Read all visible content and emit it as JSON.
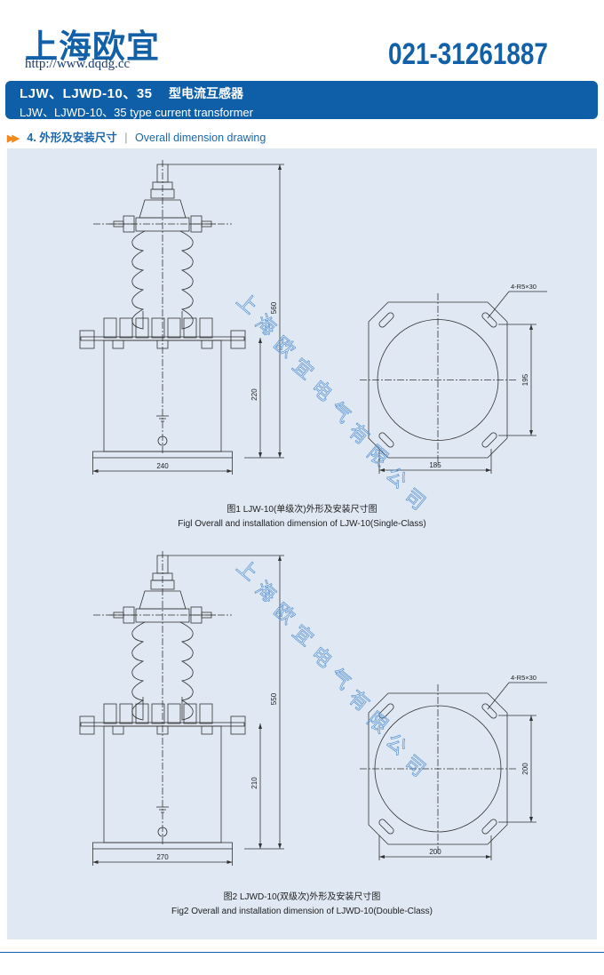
{
  "header": {
    "logo": "上海欧宜",
    "url": "http://www.dqdg.cc",
    "phone": "021-31261887"
  },
  "title_bar": {
    "model": "LJW、LJWD-10、35",
    "cn_title": "型电流互感器",
    "en_title": "LJW、LJWD-10、35  type current transformer"
  },
  "section": {
    "number_cn": "4. 外形及安装尺寸",
    "separator": "|",
    "en": "Overall dimension drawing"
  },
  "watermark": "上海欧宜电气有限公司",
  "figures": [
    {
      "dims": {
        "height": "560",
        "box_height": "220",
        "base_width": "240",
        "plan_width": "185",
        "plan_height": "195",
        "holes": "4-R5×30"
      },
      "caption_cn": "图1 LJW-10(单级次)外形及安装尺寸图",
      "caption_en": "Figl Overall and installation dimension of LJW-10(Single-Class)"
    },
    {
      "dims": {
        "height": "550",
        "box_height": "210",
        "base_width": "270",
        "plan_width": "200",
        "plan_height": "200",
        "holes": "4-R5×30"
      },
      "caption_cn": "图2 LJWD-10(双级次)外形及安装尺寸图",
      "caption_en": "Fig2 Overall and installation dimension of LJWD-10(Double-Class)"
    }
  ]
}
